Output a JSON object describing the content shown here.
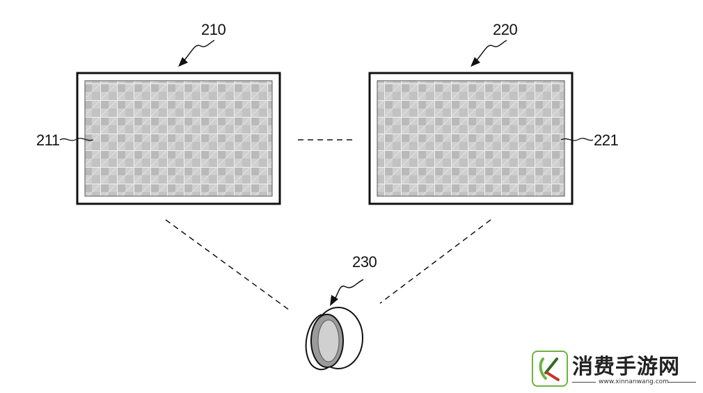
{
  "labels": {
    "display_1": "210",
    "display_1_screen": "211",
    "display_2": "220",
    "display_2_screen": "221",
    "device": "230"
  },
  "watermark": {
    "name": "消费手游网",
    "url": "www.xinnanwang.com"
  },
  "colors": {
    "line": "#111111",
    "screen_fill": "#c8c8c8",
    "watermark_green": "#6cb33f"
  }
}
